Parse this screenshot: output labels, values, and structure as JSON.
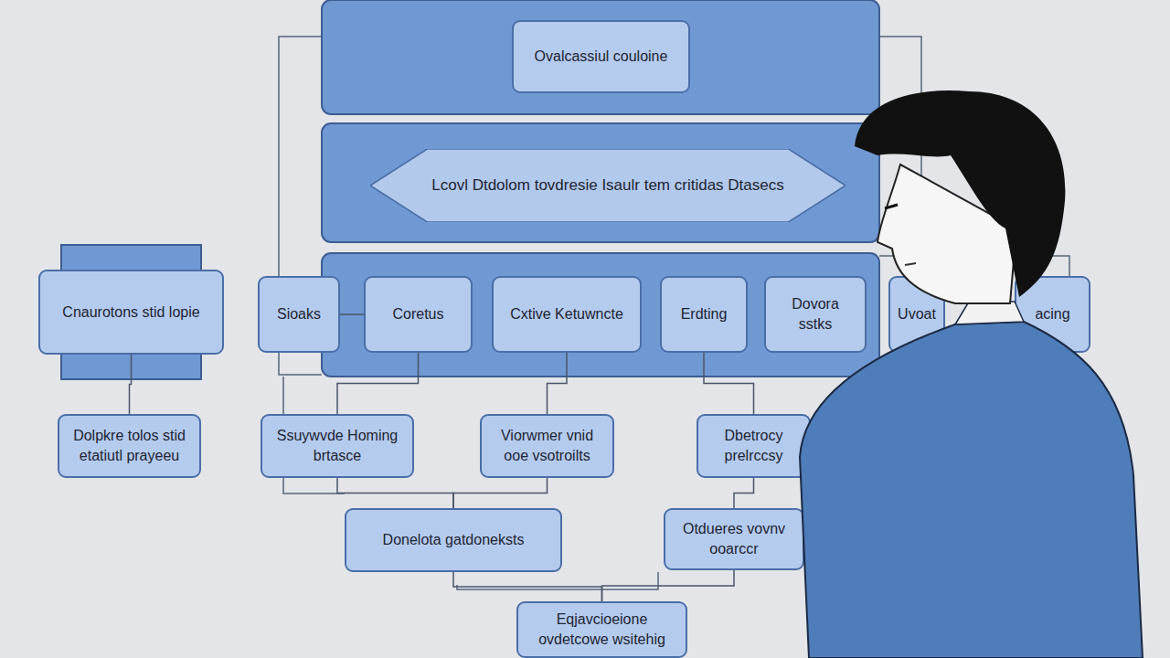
{
  "diagram": {
    "nodes": [
      {
        "text": [
          "Ovalcassiul couloine"
        ]
      },
      {
        "text": [
          "Lcovl Dtdolom tovdresie Isaulr tem critidas Dtasecs"
        ]
      },
      {
        "text": [
          "Cnaurotons stid lopie"
        ]
      },
      {
        "text": [
          "Sioaks"
        ]
      },
      {
        "text": [
          "Coretus"
        ]
      },
      {
        "text": [
          "Cxtive Ketuwncte"
        ]
      },
      {
        "text": [
          "Erdting"
        ]
      },
      {
        "text": [
          "Dovora sstks"
        ]
      },
      {
        "text": [
          "Uvoat"
        ]
      },
      {
        "text": [
          "acing"
        ]
      },
      {
        "text": [
          "Dolpkre tolos stid etatiutl prayeeu"
        ]
      },
      {
        "text": [
          "Ssuywvde Homing brtasce"
        ]
      },
      {
        "text": [
          "Viorwmer vnid ooe vsotroilts"
        ]
      },
      {
        "text": [
          "Dbetrocy prelrccsy"
        ]
      },
      {
        "text": [
          "Donelota gatdoneksts"
        ]
      },
      {
        "text": [
          "Otdueres vovnv ooarccr"
        ]
      },
      {
        "text": [
          "Eqjavcioeione ovdetcowe wsitehig"
        ]
      }
    ],
    "edges": [
      {
        "from": 2,
        "to": 10,
        "arrow": "none"
      },
      {
        "from": 3,
        "to": 4,
        "arrow": "none"
      },
      {
        "from": 4,
        "to": 11,
        "arrow": "none"
      },
      {
        "from": 5,
        "to": 12,
        "arrow": "none"
      },
      {
        "from": 6,
        "to": 13,
        "arrow": "none"
      },
      {
        "from": 11,
        "to": 14,
        "arrow": "none"
      },
      {
        "from": 12,
        "to": 14,
        "arrow": "none"
      },
      {
        "from": 13,
        "to": 15,
        "arrow": "none"
      },
      {
        "from": 14,
        "to": 16,
        "arrow": "none"
      },
      {
        "from": 15,
        "to": 16,
        "arrow": "none"
      }
    ]
  }
}
